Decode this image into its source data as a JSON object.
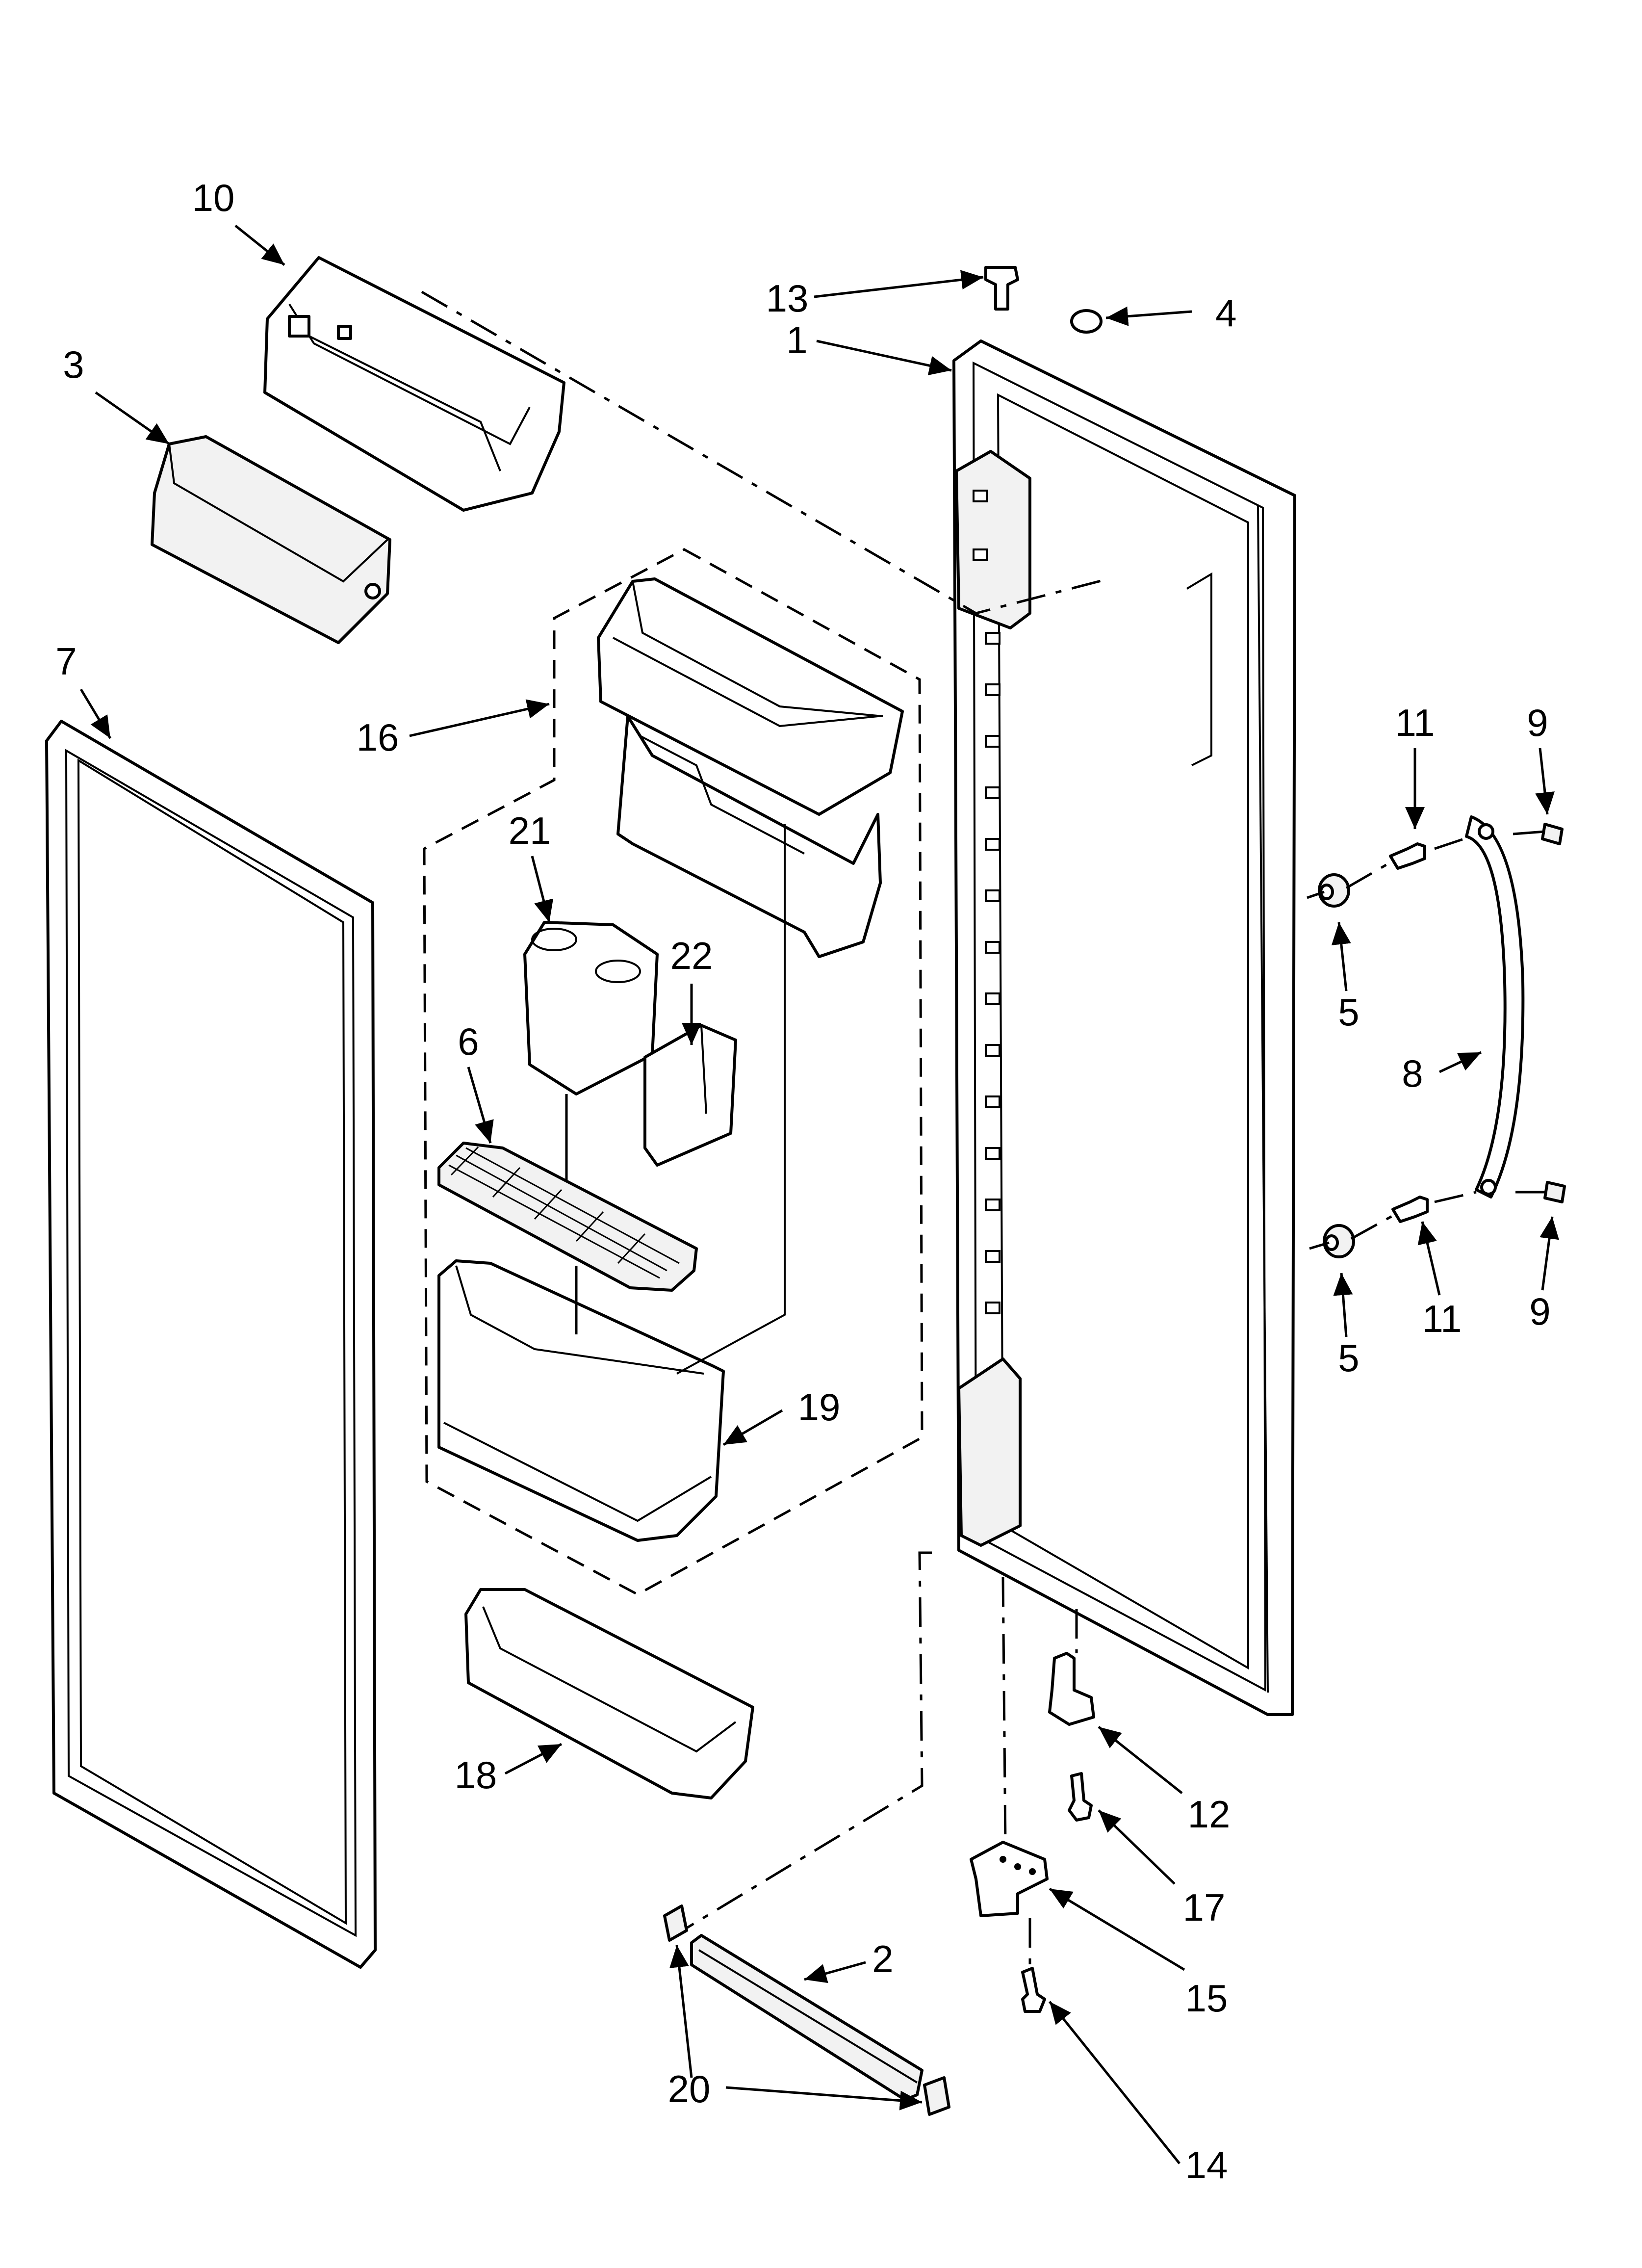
{
  "callouts": [
    "1",
    "2",
    "3",
    "4",
    "5",
    "5",
    "6",
    "7",
    "8",
    "9",
    "9",
    "10",
    "11",
    "11",
    "12",
    "13",
    "14",
    "15",
    "16",
    "17",
    "18",
    "19",
    "20",
    "21",
    "22"
  ]
}
